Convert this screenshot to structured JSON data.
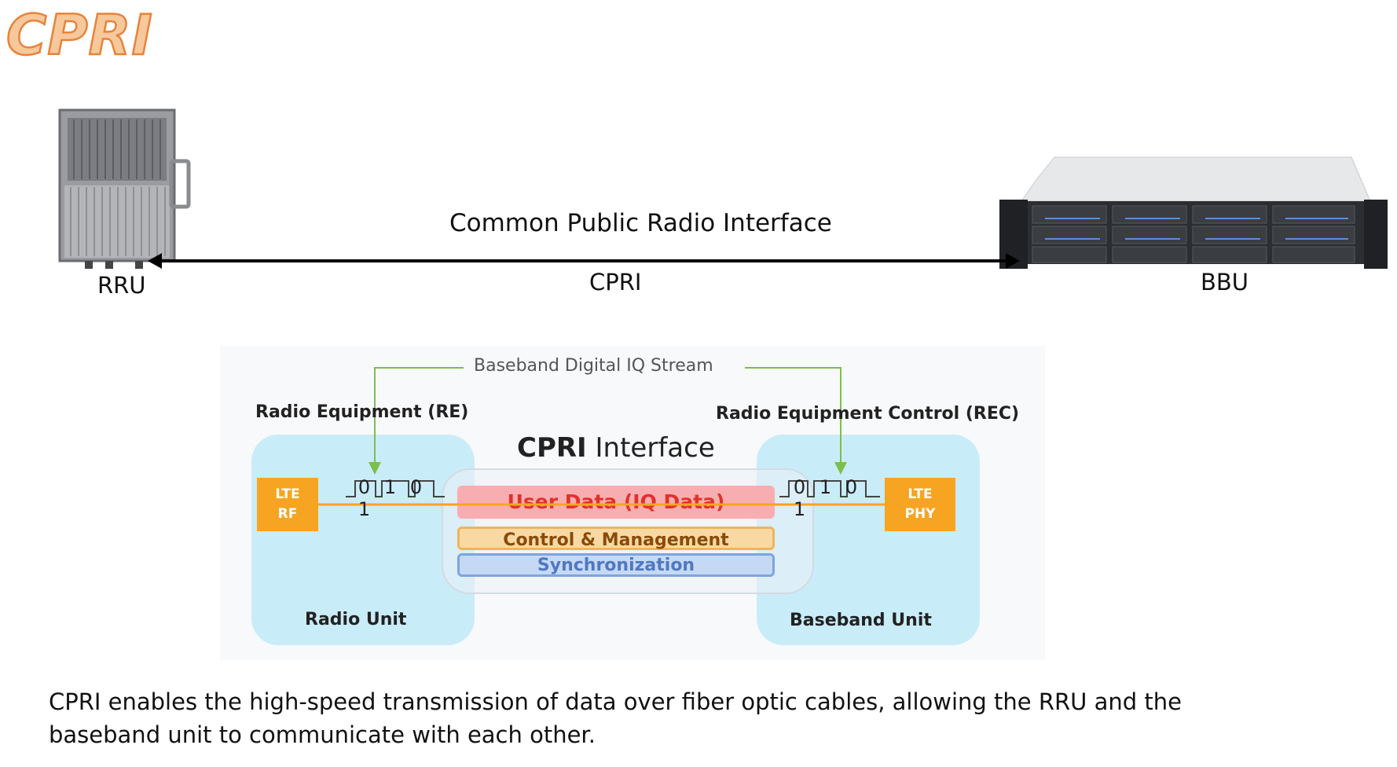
{
  "page": {
    "title": "CPRI",
    "caption": "CPRI enables the high-speed transmission of data over fiber optic cables, allowing the RRU and the baseband unit to communicate with each other."
  },
  "top_diagram": {
    "left_device": "RRU",
    "right_device": "BBU",
    "link_full_name": "Common Public Radio Interface",
    "link_short_name": "CPRI"
  },
  "interface_diagram": {
    "stream_label": "Baseband Digital IQ Stream",
    "re_label": "Radio Equipment (RE)",
    "rec_label": "Radio Equipment Control (REC)",
    "interface_title_bold": "CPRI",
    "interface_title_rest": " Interface",
    "left_box_line1": "LTE",
    "left_box_line2": "RF",
    "right_box_line1": "LTE",
    "right_box_line2": "PHY",
    "bits_left": [
      "0",
      "1",
      "0",
      "1"
    ],
    "bits_right": [
      "0",
      "1",
      "0",
      "1"
    ],
    "lane_user": "User Data (IQ Data)",
    "lane_control": "Control & Management",
    "lane_sync": "Synchronization",
    "left_unit": "Radio Unit",
    "right_unit": "Baseband Unit"
  },
  "colors": {
    "title_fill": "#f7c89c",
    "title_stroke": "#e8833a",
    "unit_box": "#c9ecf9",
    "lte_box": "#f7a423",
    "stream_arrow": "#7cbf4a",
    "user_lane": "#f8aeb0",
    "control_lane": "#f9d9a3",
    "sync_lane": "#c5d9f5"
  }
}
